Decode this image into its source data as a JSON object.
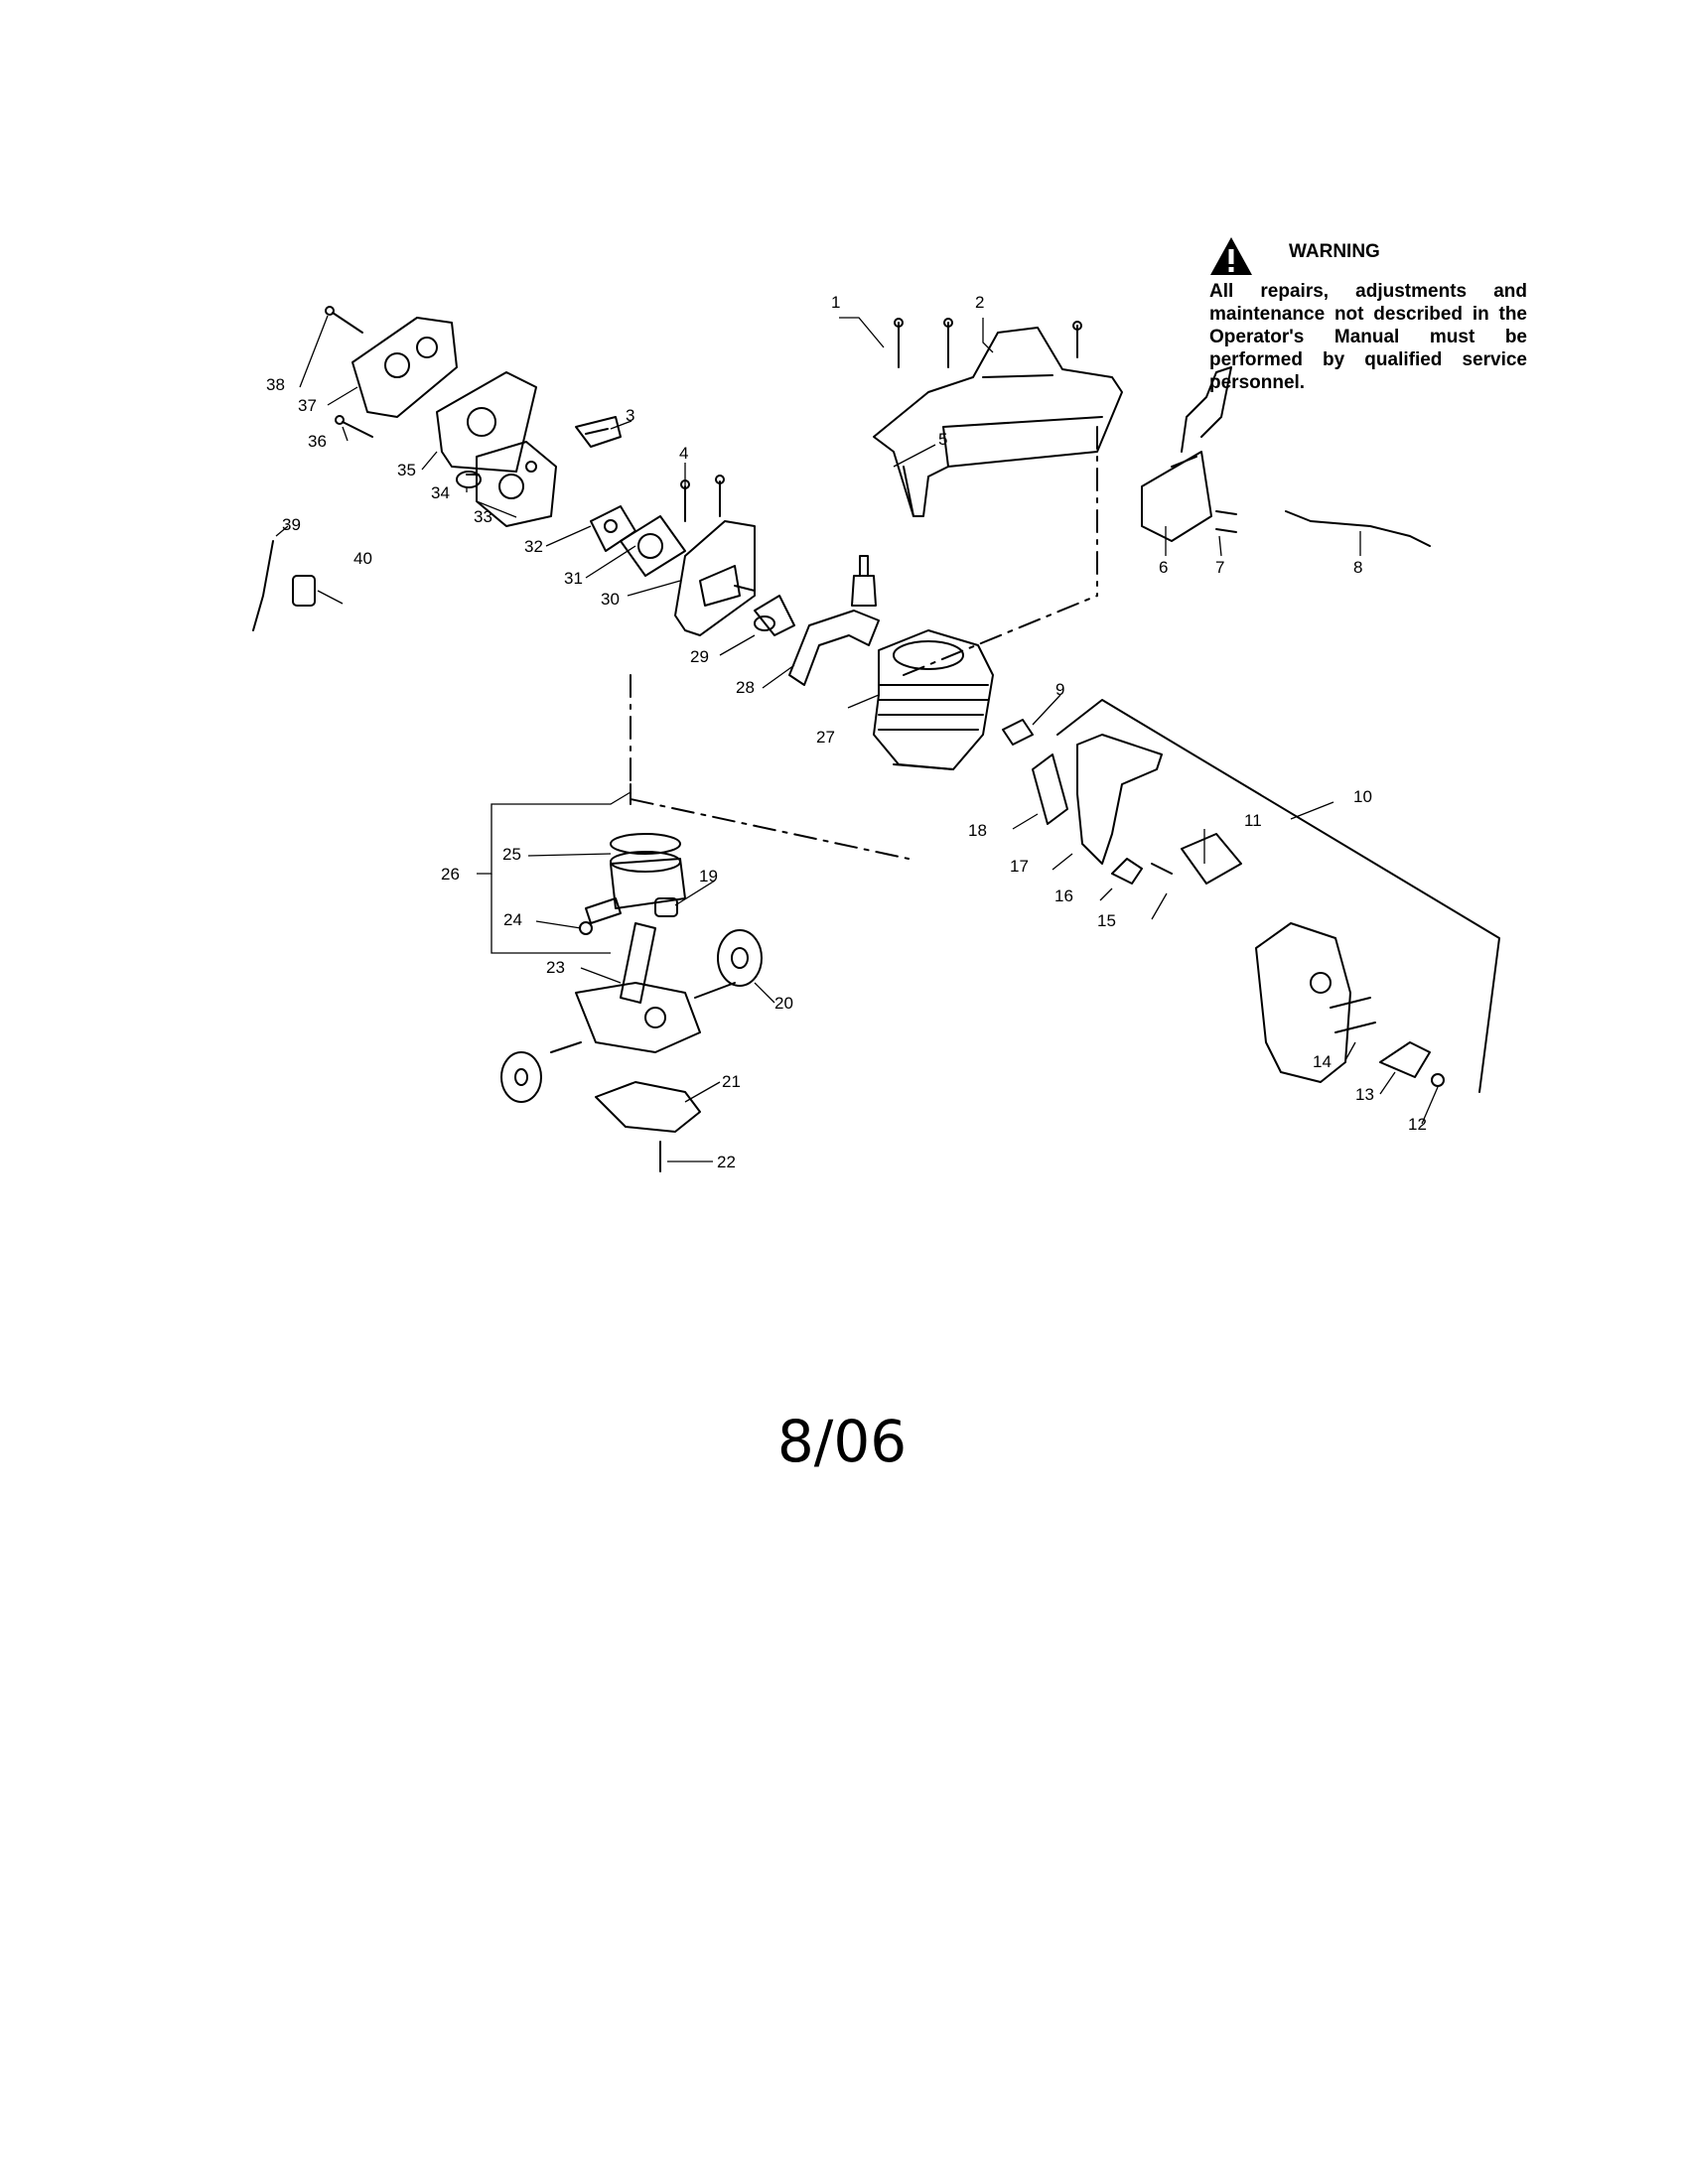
{
  "warning": {
    "icon": "warning-triangle-icon",
    "title": "WARNING",
    "text": "All repairs, adjustments and maintenance not described in the Operator's Manual must be performed by qualified service personnel."
  },
  "parts": {
    "p1": "1",
    "p2": "2",
    "p3": "3",
    "p4": "4",
    "p5": "5",
    "p6": "6",
    "p7": "7",
    "p8": "8",
    "p9": "9",
    "p10": "10",
    "p11": "11",
    "p12": "12",
    "p13": "13",
    "p14": "14",
    "p15": "15",
    "p16": "16",
    "p17": "17",
    "p18": "18",
    "p19": "19",
    "p20": "20",
    "p21": "21",
    "p22": "22",
    "p23": "23",
    "p24": "24",
    "p25": "25",
    "p26": "26",
    "p27": "27",
    "p28": "28",
    "p29": "29",
    "p30": "30",
    "p31": "31",
    "p32": "32",
    "p33": "33",
    "p34": "34",
    "p35": "35",
    "p36": "36",
    "p37": "37",
    "p38": "38",
    "p39": "39",
    "p40": "40"
  },
  "footer": {
    "date": "8/06"
  }
}
